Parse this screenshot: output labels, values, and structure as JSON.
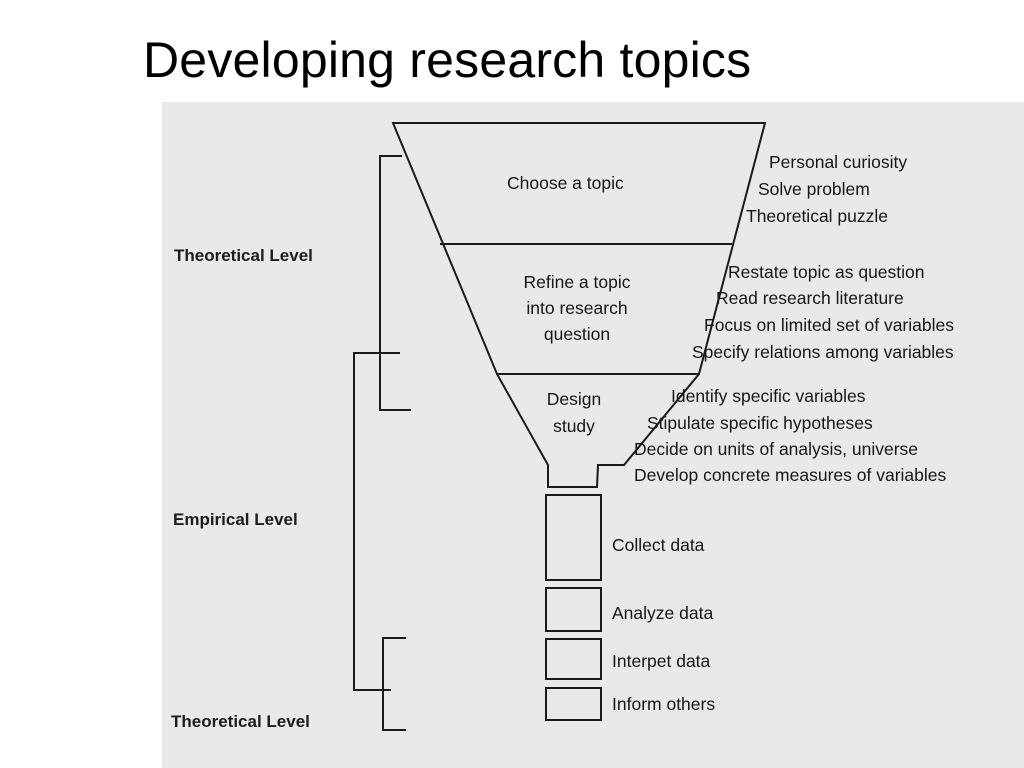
{
  "slide": {
    "title": "Developing research topics"
  },
  "levels": {
    "theoretical_top": "Theoretical Level",
    "empirical": "Empirical Level",
    "theoretical_bottom": "Theoretical Level"
  },
  "funnel": {
    "choose": "Choose a topic",
    "refine": [
      "Refine a topic",
      "into research",
      "question"
    ],
    "design": [
      "Design",
      "study"
    ]
  },
  "notes": {
    "choose": [
      "Personal curiosity",
      "Solve problem",
      "Theoretical puzzle"
    ],
    "refine": [
      "Restate topic as question",
      "Read research literature",
      "Focus on limited set of variables",
      "Specify relations among variables"
    ],
    "design": [
      "Identify specific variables",
      "Stipulate specific hypotheses",
      "Decide on units of analysis, universe",
      "Develop concrete measures of variables"
    ]
  },
  "steps": [
    "Collect data",
    "Analyze data",
    "Interpet data",
    "Inform others"
  ]
}
